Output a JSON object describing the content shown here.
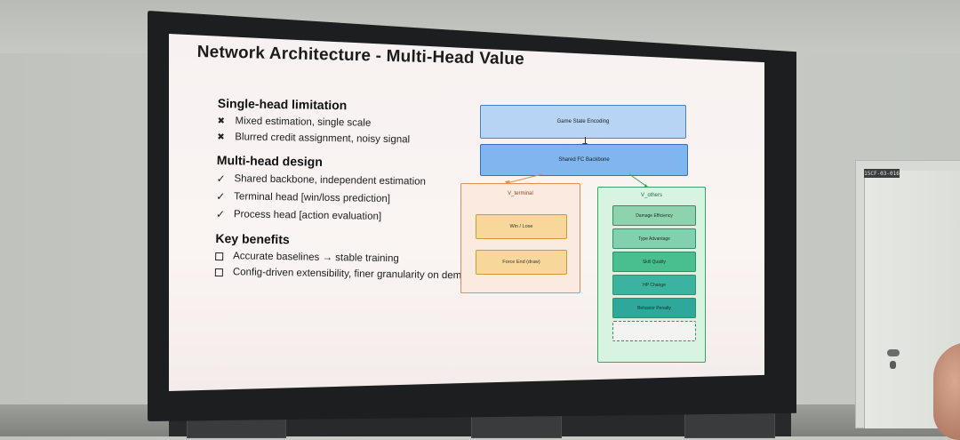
{
  "slide": {
    "title": "Network Architecture - Multi-Head Value",
    "sections": [
      {
        "heading": "Single-head limitation",
        "marker": "x",
        "items": [
          "Mixed estimation, single scale",
          "Blurred credit assignment, noisy signal"
        ]
      },
      {
        "heading": "Multi-head design",
        "marker": "check",
        "items": [
          "Shared backbone, independent estimation",
          "Terminal head [win/loss prediction]",
          "Process head [action evaluation]"
        ]
      },
      {
        "heading": "Key benefits",
        "marker": "square",
        "items": [
          "Accurate baselines → stable training",
          "Config-driven extensibility, finer granularity on demand"
        ]
      }
    ],
    "diagram": {
      "encoding": "Game State Encoding",
      "backbone": "Shared FC Backbone",
      "terminal_head": {
        "label": "V_terminal",
        "items": [
          "Win / Lose",
          "Force End (draw)"
        ]
      },
      "others_head": {
        "label": "V_others",
        "items": [
          "Damage Efficiency",
          "Type Advantage",
          "Skill Quality",
          "HP Change",
          "Behavior Penalty",
          ""
        ]
      }
    }
  },
  "colors": {
    "encoding_fill": "#b7d4f5",
    "backbone_fill": "#7fb6ef",
    "terminal_border": "#d9905b",
    "terminal_item_fill": "#f8d79a",
    "others_border": "#3aa35f",
    "others_item_fills": [
      "#8fd3ae",
      "#83d1ac",
      "#49bf8e",
      "#3cb2a0",
      "#2fa89c",
      "#f3f4f2"
    ]
  },
  "door_sign": "15CF-03-016"
}
